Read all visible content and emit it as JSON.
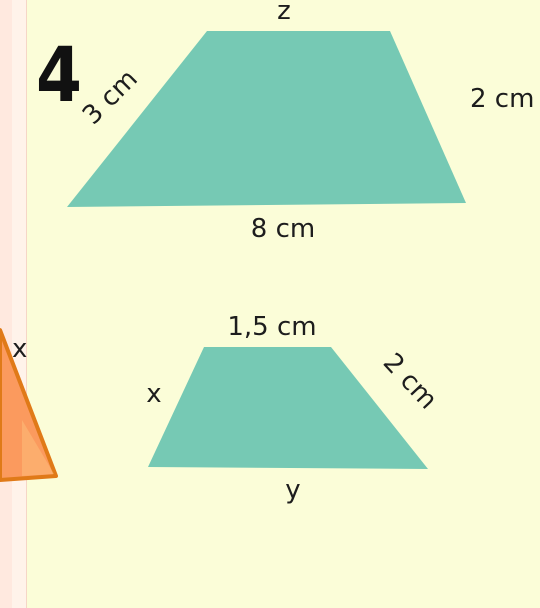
{
  "problem_number": "4",
  "colors": {
    "trapezoid_fill": "#76c9b4",
    "triangle_fill": "#fb9a5e",
    "triangle_stroke": "#e07a18",
    "background": "#fbfdd8",
    "left_band": "#ffe9df"
  },
  "large_trapezoid": {
    "top_label": "z",
    "left_label": "3 cm",
    "right_label": "2 cm",
    "bottom_label": "8 cm"
  },
  "small_trapezoid": {
    "top_label": "1,5 cm",
    "left_label": "x",
    "right_label": "2 cm",
    "bottom_label": "y"
  },
  "partial_triangle": {
    "label": "x"
  }
}
